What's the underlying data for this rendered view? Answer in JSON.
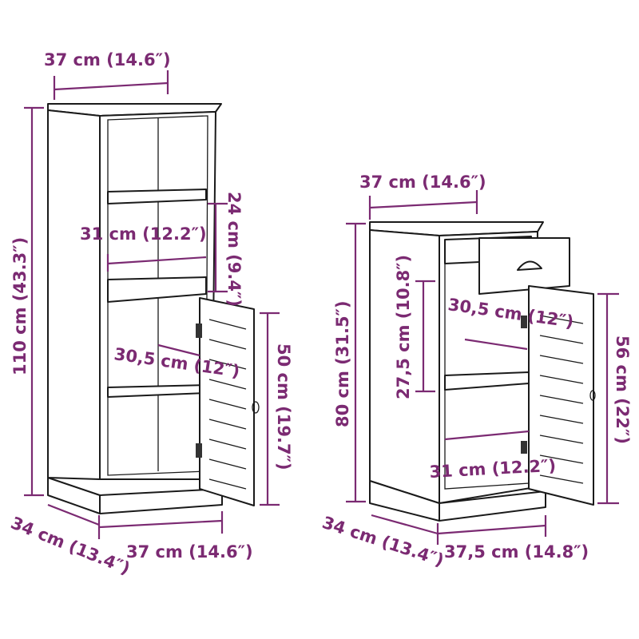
{
  "accent_color": "#7b2a72",
  "left_cabinet": {
    "top_width": "37 cm (14.6″)",
    "height": "110 cm (43.3″)",
    "shelf_gap": "24 cm (9.4″)",
    "inner_width_upper": "31 cm (12.2″)",
    "inner_depth": "30,5 cm (12″)",
    "door_height": "50 cm (19.7″)",
    "depth": "34 cm (13.4″)",
    "base_width": "37 cm (14.6″)"
  },
  "right_cabinet": {
    "top_width": "37 cm (14.6″)",
    "height": "80 cm (31.5″)",
    "shelf_gap": "27,5 cm (10.8″)",
    "inner_depth": "30,5 cm (12″)",
    "door_height": "56 cm (22″)",
    "inner_width": "31 cm (12.2″)",
    "depth": "34 cm (13.4″)",
    "base_width": "37,5 cm (14.8″)"
  }
}
